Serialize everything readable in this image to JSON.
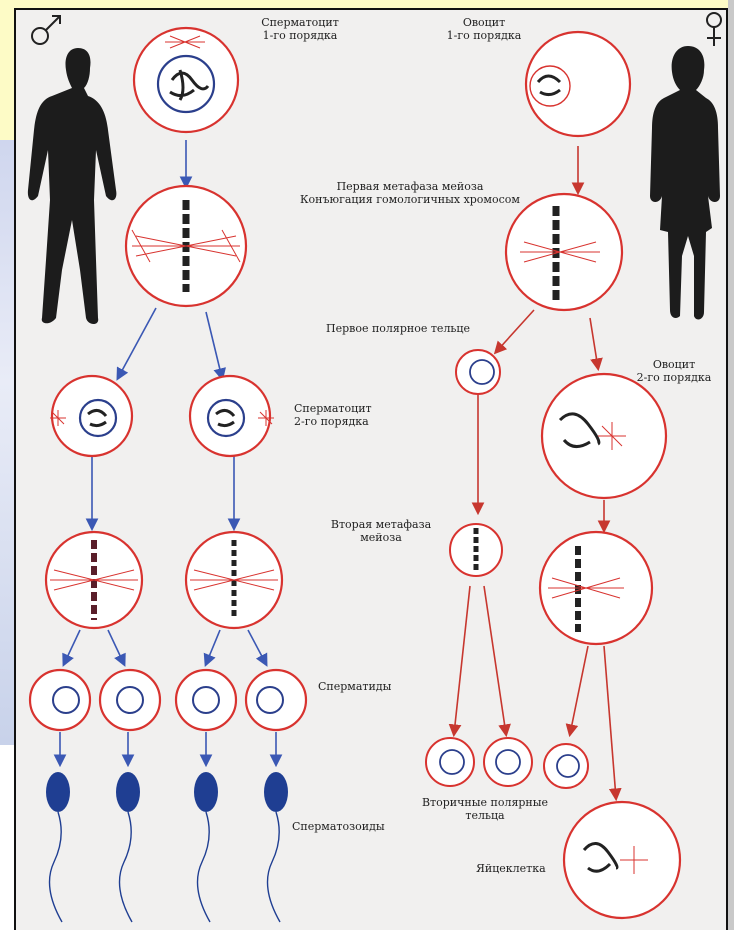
{
  "symbols": {
    "male": "♂",
    "female": "♀"
  },
  "colors": {
    "cell_membrane": "#d8332f",
    "nucleus": "#2b3f8c",
    "arrow_male": "#3b58b4",
    "arrow_female": "#c7372f",
    "sperm": "#1f3e92"
  },
  "labels": {
    "spermatocyte1_a": "Сперматоцит",
    "spermatocyte1_b": "1-го порядка",
    "oocyte1_a": "Овоцит",
    "oocyte1_b": "1-го порядка",
    "metaphase1_a": "Первая метафаза мейоза",
    "metaphase1_b": "Конъюгация гомологичных хромосом",
    "polar_body1": "Первое полярное тельце",
    "oocyte2_a": "Овоцит",
    "oocyte2_b": "2-го порядка",
    "spermatocyte2_a": "Сперматоцит",
    "spermatocyte2_b": "2-го порядка",
    "metaphase2_a": "Вторая метафаза",
    "metaphase2_b": "мейоза",
    "spermatids": "Сперматиды",
    "spermatozoa": "Сперматозоиды",
    "polar_body2_a": "Вторичные полярные",
    "polar_body2_b": "тельца",
    "egg": "Яйцеклетка"
  }
}
